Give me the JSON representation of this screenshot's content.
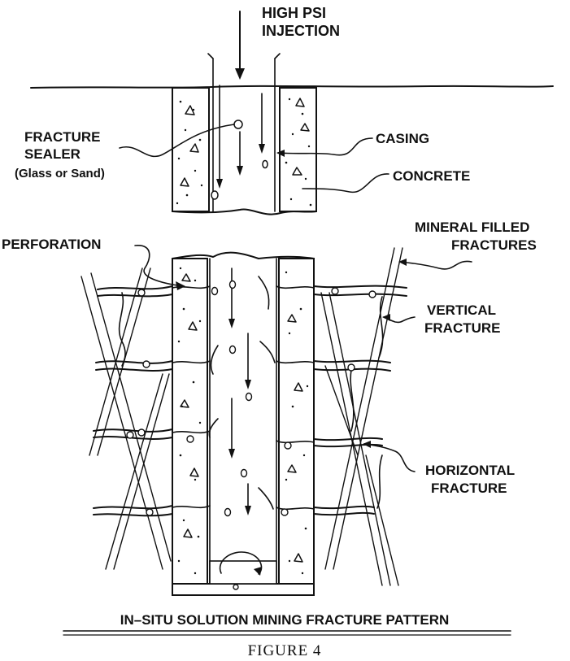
{
  "labels": {
    "injection_line1": "HIGH PSI",
    "injection_line2": "INJECTION",
    "fracture_sealer_line1": "FRACTURE",
    "fracture_sealer_line2": "SEALER",
    "fracture_sealer_line3": "(Glass or Sand)",
    "casing": "CASING",
    "concrete": "CONCRETE",
    "perforation": "PERFORATION",
    "mineral_line1": "MINERAL FILLED",
    "mineral_line2": "FRACTURES",
    "vertical_line1": "VERTICAL",
    "vertical_line2": "FRACTURE",
    "horizontal_line1": "HORIZONTAL",
    "horizontal_line2": "FRACTURE"
  },
  "caption": "IN–SITU SOLUTION MINING FRACTURE PATTERN",
  "figure_label": "FIGURE 4"
}
